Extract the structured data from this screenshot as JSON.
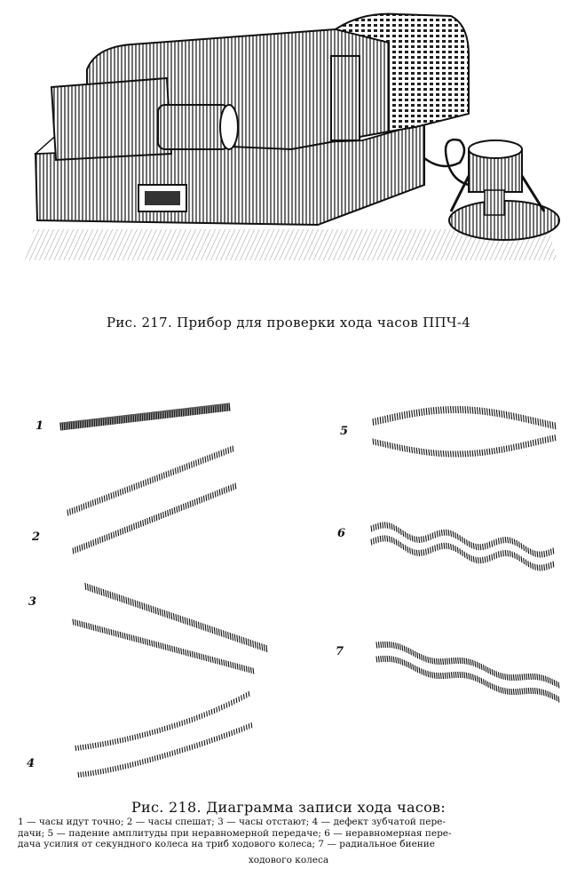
{
  "figure217": {
    "caption": "Рис. 217. Прибор для проверки хода часов ППЧ-4"
  },
  "figure218": {
    "caption": "Рис. 218. Диаграмма записи хода часов:",
    "numbers": [
      "1",
      "2",
      "3",
      "4",
      "5",
      "6",
      "7"
    ],
    "legend_line1": "1 — часы идут точно; 2 — часы спешат; 3 — часы отстают; 4 — дефект зубчатой пере-",
    "legend_line2": "дачи; 5 — падение амплитуды при неравномерной передаче; 6 — неравномерная пере-",
    "legend_line3": "дача усилия от секундного колеса на триб ходового колеса; 7 — радиальное биение",
    "legend_line4": "ходового колеса"
  },
  "colors": {
    "ink": "#111111",
    "paper": "#ffffff"
  }
}
